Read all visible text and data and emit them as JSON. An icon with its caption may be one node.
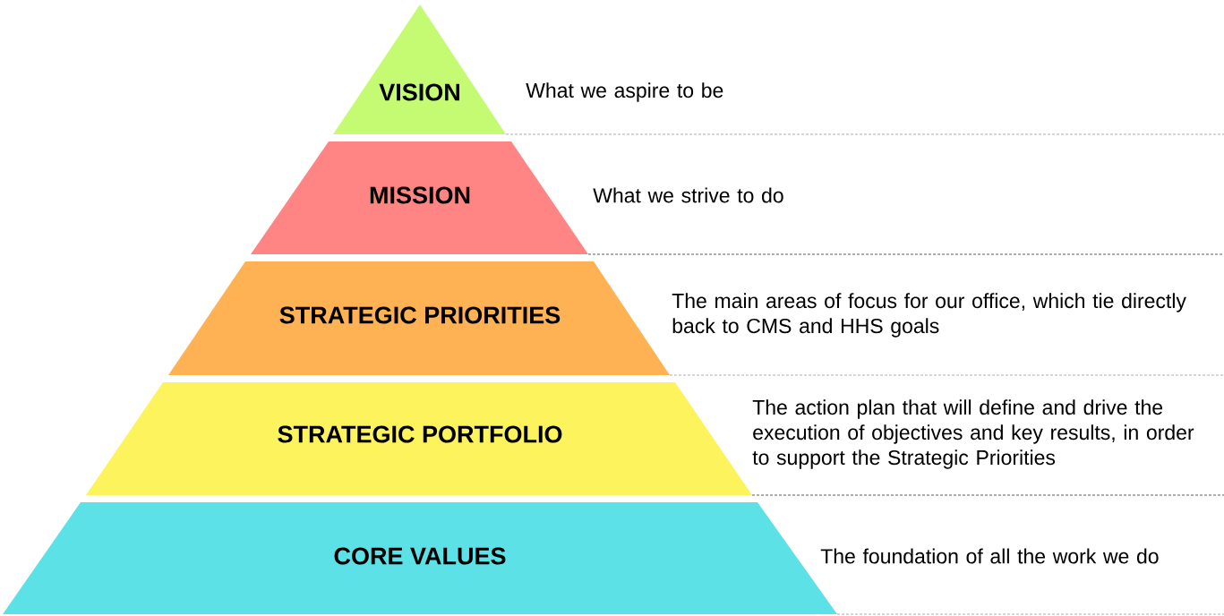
{
  "diagram": {
    "nodes": [
      {
        "text": [
          "VISION"
        ],
        "beside": [
          "What we aspire to be"
        ]
      },
      {
        "text": [
          "MISSION"
        ],
        "beside": [
          "What we strive to do"
        ]
      },
      {
        "text": [
          "STRATEGIC PRIORITIES"
        ],
        "beside": [
          "The main areas of focus for our office, which tie directly back to CMS and HHS goals"
        ]
      },
      {
        "text": [
          "STRATEGIC PORTFOLIO"
        ],
        "beside": [
          "The action plan that will define and drive the execution of objectives and key results, in order to support the Strategic Priorities"
        ]
      },
      {
        "text": [
          "CORE VALUES"
        ],
        "beside": [
          "The foundation of all the work we do"
        ]
      }
    ]
  }
}
